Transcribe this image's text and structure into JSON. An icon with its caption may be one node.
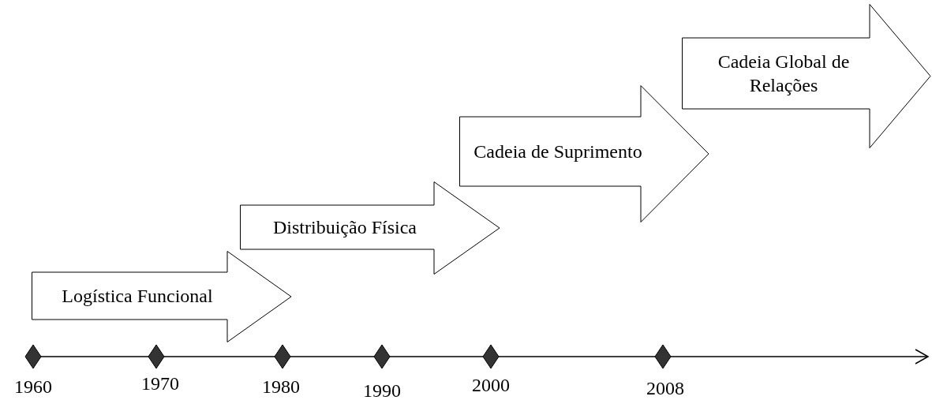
{
  "diagram": {
    "nodes": [
      {
        "text": [
          "Logística Funcional"
        ]
      },
      {
        "text": [
          "Distribuição Física"
        ]
      },
      {
        "text": [
          "Cadeia de Suprimento"
        ]
      },
      {
        "text": [
          "Cadeia Global de Relações"
        ]
      }
    ],
    "labels": [
      "1960",
      "1970",
      "1980",
      "1990",
      "2000",
      "2008"
    ]
  }
}
